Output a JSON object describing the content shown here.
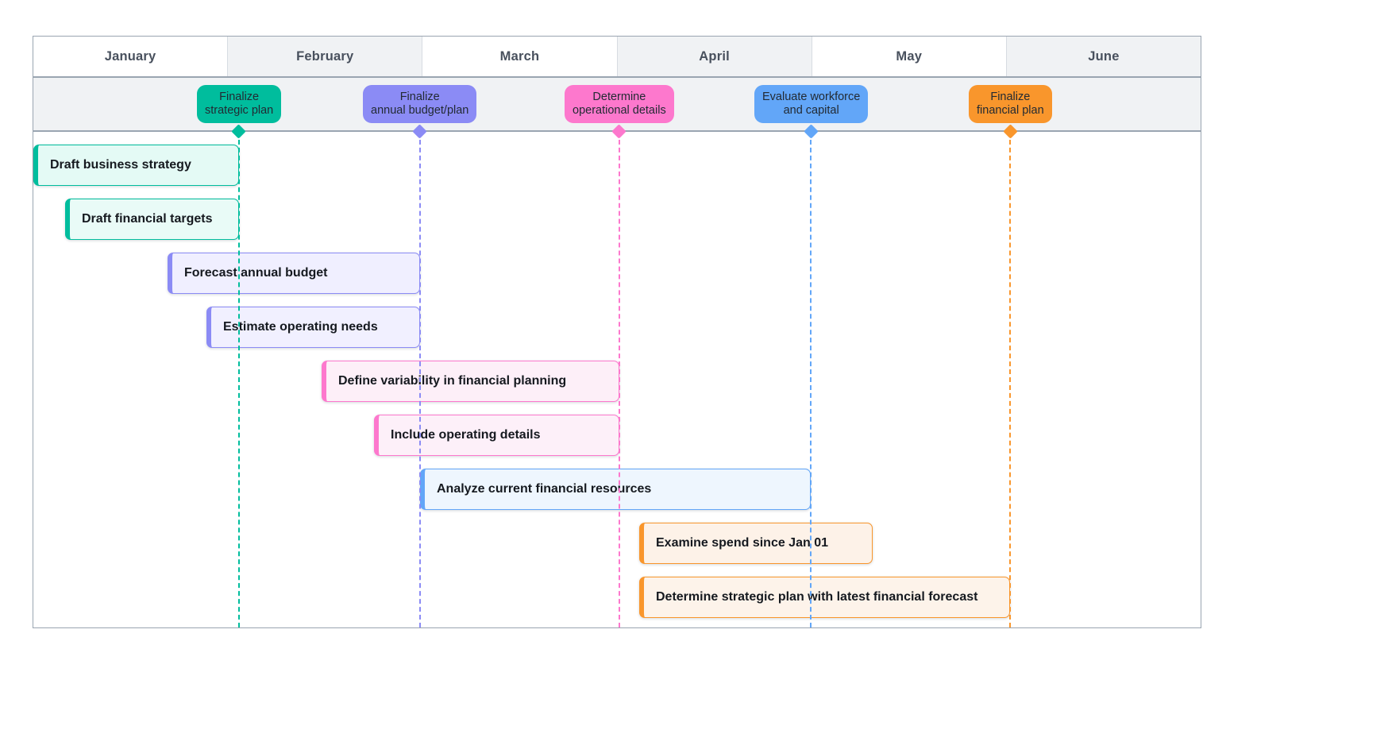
{
  "chart_data": {
    "type": "gantt",
    "title": "",
    "axis": {
      "unit": "month",
      "range": [
        "January",
        "June"
      ],
      "ticks": [
        "January",
        "February",
        "March",
        "April",
        "May",
        "June"
      ],
      "grid": true
    },
    "milestones": [
      {
        "label_line1": "Finalize",
        "label_line2": "strategic plan",
        "month": "late January",
        "x_pct": 17.6,
        "color": "#00bd9d"
      },
      {
        "label_line1": "Finalize",
        "label_line2": "annual budget/plan",
        "month": "late February",
        "x_pct": 33.1,
        "color": "#8b8bf5"
      },
      {
        "label_line1": "Determine",
        "label_line2": "operational details",
        "month": "late March",
        "x_pct": 50.2,
        "color": "#fd78cd"
      },
      {
        "label_line1": "Evaluate workforce",
        "label_line2": "and capital",
        "month": "late April",
        "x_pct": 66.6,
        "color": "#62a6f8"
      },
      {
        "label_line1": "Finalize",
        "label_line2": "financial plan",
        "month": "late May",
        "x_pct": 83.7,
        "color": "#f9962c"
      }
    ],
    "tasks": [
      {
        "label": "Draft business strategy",
        "start_pct": 0.0,
        "end_pct": 17.6,
        "color": "#00bd9d",
        "fill": "#e4faf5"
      },
      {
        "label": "Draft financial targets",
        "start_pct": 2.7,
        "end_pct": 17.6,
        "color": "#00bd9d",
        "fill": "#e9fbf7"
      },
      {
        "label": "Forecast annual budget",
        "start_pct": 11.5,
        "end_pct": 33.1,
        "color": "#8b8bf5",
        "fill": "#f0efff"
      },
      {
        "label": "Estimate operating needs",
        "start_pct": 14.8,
        "end_pct": 33.1,
        "color": "#8b8bf5",
        "fill": "#f1f0ff"
      },
      {
        "label": "Define variability in financial planning",
        "start_pct": 24.7,
        "end_pct": 50.2,
        "color": "#fd78cd",
        "fill": "#fdeff8"
      },
      {
        "label": "Include operating details",
        "start_pct": 29.2,
        "end_pct": 50.2,
        "color": "#fd78cd",
        "fill": "#fdf0f9"
      },
      {
        "label": "Analyze current financial resources",
        "start_pct": 33.1,
        "end_pct": 66.6,
        "color": "#62a6f8",
        "fill": "#eef6fe"
      },
      {
        "label": "Examine spend since Jan 01",
        "start_pct": 51.9,
        "end_pct": 71.9,
        "color": "#f9962c",
        "fill": "#fdf2e8"
      },
      {
        "label": "Determine strategic plan with latest financial forecast",
        "start_pct": 51.9,
        "end_pct": 83.7,
        "color": "#f9962c",
        "fill": "#fdf3ea"
      }
    ]
  },
  "header": {
    "months": [
      {
        "label": "January"
      },
      {
        "label": "February"
      },
      {
        "label": "March"
      },
      {
        "label": "April"
      },
      {
        "label": "May"
      },
      {
        "label": "June"
      }
    ]
  },
  "colors": {
    "frame_border": "#9aa5b1",
    "header_alt_bg": "#f0f2f4",
    "milestone_band_bg": "#f0f2f4",
    "teal": "#00bd9d",
    "purple": "#8b8bf5",
    "pink": "#fd78cd",
    "blue": "#62a6f8",
    "orange": "#f9962c"
  }
}
